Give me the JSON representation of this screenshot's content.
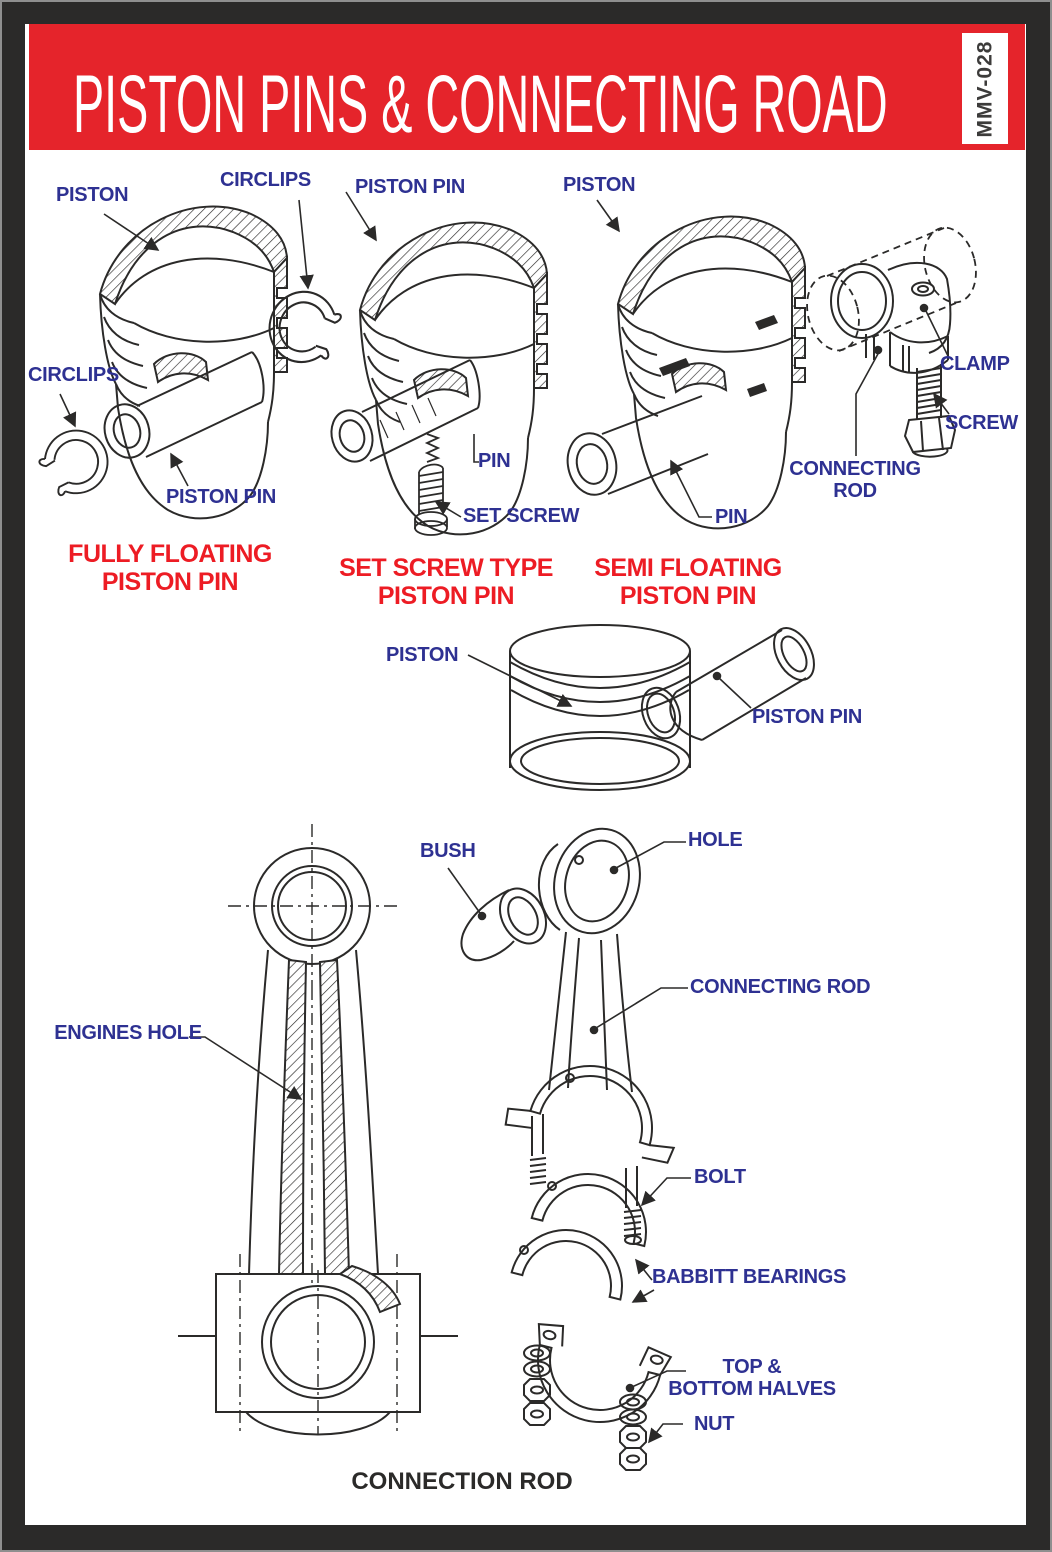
{
  "page": {
    "header": {
      "title": "PISTON PINS & CONNECTING ROAD",
      "bg_color": "#e5242b",
      "text_color": "#ffffff"
    },
    "code_badge": "MMV-028",
    "frame_color": "#2b2a29",
    "label_color": "#2e3192",
    "caption_color": "#ed1c24",
    "footer_caption": "CONNECTION ROD"
  },
  "diagrams": {
    "fully_floating": {
      "caption": "FULLY FLOATING PISTON PIN",
      "labels": {
        "piston": "PISTON",
        "circlips_top": "CIRCLIPS",
        "circlips_left": "CIRCLIPS",
        "piston_pin": "PISTON PIN"
      }
    },
    "set_screw_type": {
      "caption": "SET SCREW TYPE PISTON PIN",
      "labels": {
        "piston_pin": "PISTON PIN",
        "pin": "PIN",
        "set_screw": "SET SCREW"
      }
    },
    "semi_floating": {
      "caption": "SEMI FLOATING PISTON PIN",
      "labels": {
        "piston": "PISTON",
        "pin": "PIN"
      }
    },
    "clamp_type": {
      "labels": {
        "clamp": "CLAMP",
        "screw": "SCREW",
        "connecting_rod": "CONNECTING ROD"
      }
    },
    "piston_assembly": {
      "labels": {
        "piston": "PISTON",
        "piston_pin": "PISTON PIN"
      }
    },
    "rod_section": {
      "labels": {
        "engines_hole": "ENGINES HOLE"
      }
    },
    "rod_exploded": {
      "labels": {
        "bush": "BUSH",
        "hole": "HOLE",
        "connecting_rod": "CONNECTING ROD",
        "bolt": "BOLT",
        "babbitt_bearings": "BABBITT BEARINGS",
        "top_half_line1": "TOP &",
        "top_half_line2": "BOTTOM HALVES",
        "nut": "NUT"
      }
    }
  }
}
